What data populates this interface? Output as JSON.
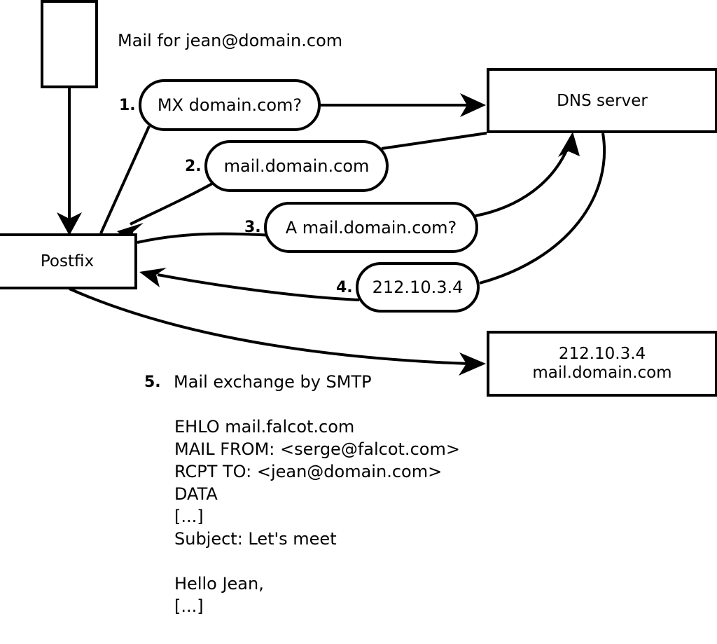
{
  "diagram": {
    "title_text": "Mail for jean@domain.com",
    "colors": {
      "stroke": "#000000",
      "fill": "#ffffff"
    },
    "nodes": {
      "mail_source": {
        "label": ""
      },
      "postfix": {
        "label": "Postfix"
      },
      "dns_server": {
        "label": "DNS server"
      },
      "mail_server": {
        "line1": "212.10.3.4",
        "line2": "mail.domain.com"
      }
    },
    "steps": [
      {
        "number": "1.",
        "text": "MX domain.com?"
      },
      {
        "number": "2.",
        "text": "mail.domain.com"
      },
      {
        "number": "3.",
        "text": "A mail.domain.com?"
      },
      {
        "number": "4.",
        "text": "212.10.3.4"
      }
    ],
    "step5": {
      "number": "5.",
      "text": "Mail exchange by SMTP"
    },
    "smtp_transcript": [
      "EHLO mail.falcot.com",
      "MAIL FROM: <serge@falcot.com>",
      "RCPT TO: <jean@domain.com>",
      "DATA",
      "[...]",
      "Subject: Let's meet",
      "",
      "Hello Jean,",
      "[...]",
      "",
      "."
    ]
  }
}
